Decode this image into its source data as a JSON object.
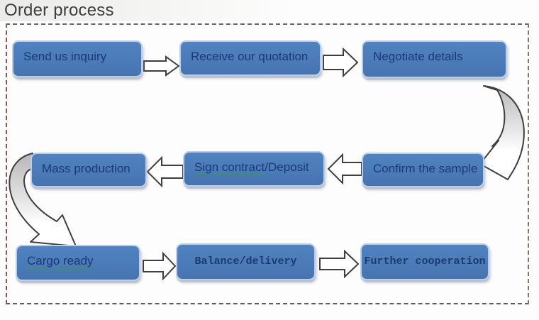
{
  "title": "Order process",
  "nodes": [
    {
      "id": "send-us-inquiry",
      "label": "Send us inquiry"
    },
    {
      "id": "receive-our-quotation",
      "label": "Receive our quotation"
    },
    {
      "id": "negotiate-details",
      "label": "Negotiate details"
    },
    {
      "id": "confirm-the-sample",
      "label": "Confirm the sample"
    },
    {
      "id": "sign-contract-deposit",
      "label": "Sign contract",
      "label_suffix": "/Deposit"
    },
    {
      "id": "mass-production",
      "label": "Mass production"
    },
    {
      "id": "cargo-ready",
      "label": "Cargo ready"
    },
    {
      "id": "balance-delivery",
      "label": "Balance/delivery"
    },
    {
      "id": "further-cooperation",
      "label": "Further cooperation"
    }
  ],
  "connections": [
    {
      "from": "Send us inquiry",
      "to": "Receive our quotation",
      "style": "block-arrow-right"
    },
    {
      "from": "Receive our quotation",
      "to": "Negotiate details",
      "style": "block-arrow-right"
    },
    {
      "from": "Negotiate details",
      "to": "Confirm the sample",
      "style": "curved-arrow-down-right"
    },
    {
      "from": "Confirm the sample",
      "to": "Sign contract/Deposit",
      "style": "block-arrow-left"
    },
    {
      "from": "Sign contract/Deposit",
      "to": "Mass production",
      "style": "block-arrow-left"
    },
    {
      "from": "Mass production",
      "to": "Cargo ready",
      "style": "curved-arrow-down-left"
    },
    {
      "from": "Cargo ready",
      "to": "Balance/delivery",
      "style": "block-arrow-right"
    },
    {
      "from": "Balance/delivery",
      "to": "Further cooperation",
      "style": "block-arrow-right"
    }
  ],
  "colors": {
    "box_fill": "#4c7cba",
    "box_border": "#b9cfe9",
    "box_text": "#1a3a74",
    "title_text": "#3f3f3f",
    "arrow_outline": "#3f3f3f",
    "arrow_fill": "#ffffff",
    "curved_arrow_gray": "#b5b5b5",
    "frame_dash_left": "#9c5248",
    "frame_dash_gray": "#6e6562",
    "spellcheck_underline": "#2f9e2f"
  }
}
